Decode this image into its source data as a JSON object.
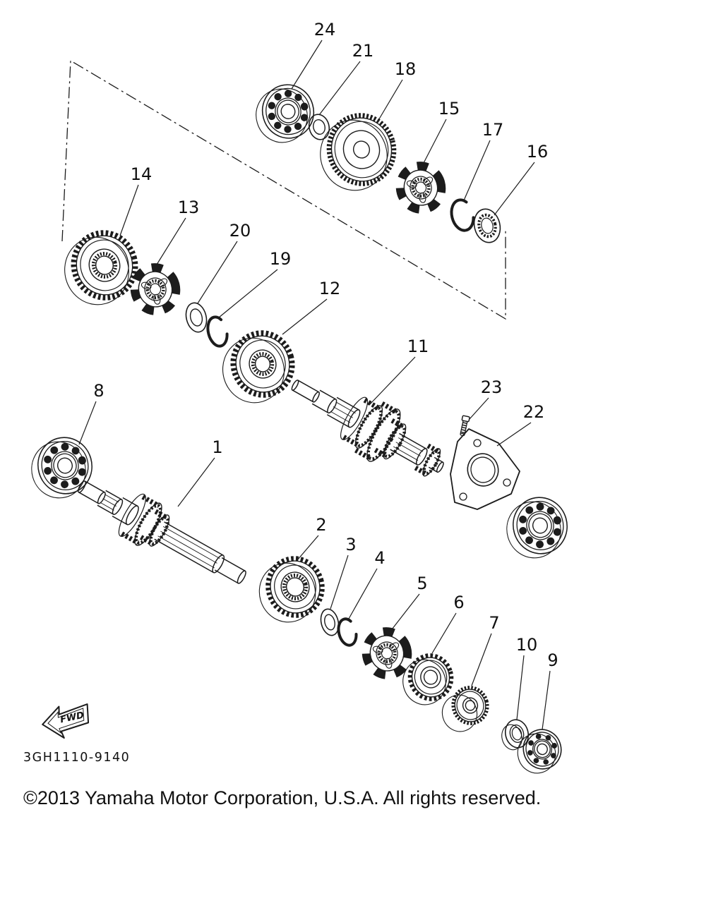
{
  "diagram": {
    "callouts": [
      {
        "label": "24"
      },
      {
        "label": "21"
      },
      {
        "label": "18"
      },
      {
        "label": "15"
      },
      {
        "label": "17"
      },
      {
        "label": "16"
      },
      {
        "label": "14"
      },
      {
        "label": "13"
      },
      {
        "label": "20"
      },
      {
        "label": "19"
      },
      {
        "label": "12"
      },
      {
        "label": "11"
      },
      {
        "label": "23"
      },
      {
        "label": "22"
      },
      {
        "label": "8"
      },
      {
        "label": "1"
      },
      {
        "label": "2"
      },
      {
        "label": "3"
      },
      {
        "label": "4"
      },
      {
        "label": "5"
      },
      {
        "label": "6"
      },
      {
        "label": "7"
      },
      {
        "label": "10"
      },
      {
        "label": "9"
      }
    ],
    "fwd_label": "FWD"
  },
  "footer": {
    "part_code": "3GH1110-9140",
    "copyright": "©2013 Yamaha Motor Corporation, U.S.A. All rights reserved."
  },
  "colors": {
    "background": "#ffffff",
    "line": "#1c1c1c",
    "text": "#111111"
  }
}
